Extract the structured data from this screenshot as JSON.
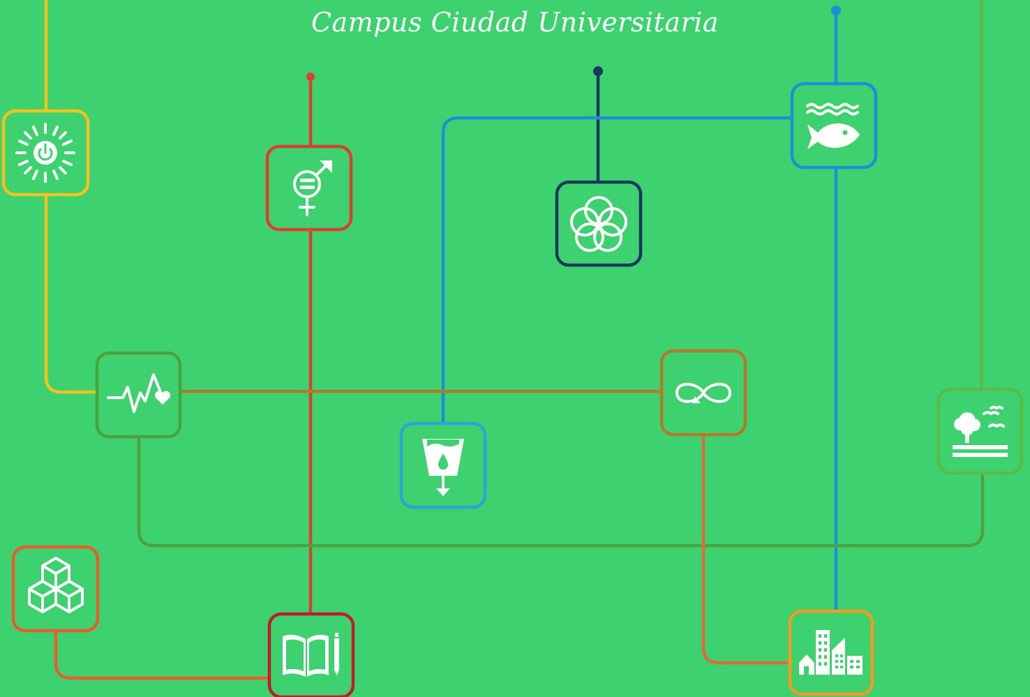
{
  "title": "Campus Ciudad Universitaria",
  "nodes": [
    {
      "id": "energy",
      "icon": "sun-power-icon",
      "color": "#f4c21e"
    },
    {
      "id": "gender-equality",
      "icon": "gender-equality-icon",
      "color": "#d9412e"
    },
    {
      "id": "partnerships",
      "icon": "interlocking-circles-icon",
      "color": "#17395a"
    },
    {
      "id": "life-below-water",
      "icon": "fish-waves-icon",
      "color": "#1e8fd5"
    },
    {
      "id": "health",
      "icon": "heartbeat-icon",
      "color": "#4ea23d"
    },
    {
      "id": "consumption",
      "icon": "infinity-loop-icon",
      "color": "#b47a2c"
    },
    {
      "id": "clean-water",
      "icon": "water-drop-glass-icon",
      "color": "#27a7d8"
    },
    {
      "id": "life-on-land",
      "icon": "tree-birds-icon",
      "color": "#5dba48"
    },
    {
      "id": "industry",
      "icon": "stacked-cubes-icon",
      "color": "#e85d2c"
    },
    {
      "id": "education",
      "icon": "book-pencil-icon",
      "color": "#bd1e2c"
    },
    {
      "id": "cities",
      "icon": "city-buildings-icon",
      "color": "#f59a1e"
    }
  ]
}
